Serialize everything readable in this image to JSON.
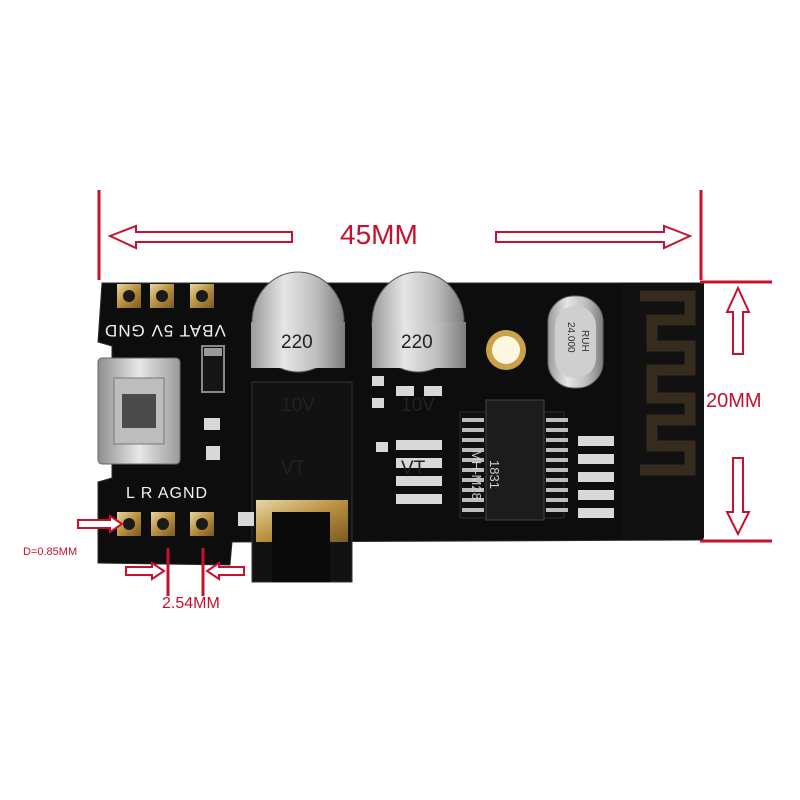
{
  "dimensions": {
    "width": "45MM",
    "height": "20MM",
    "pin_pitch": "2.54MM",
    "hole_diameter": "D=0.85MM"
  },
  "pcb_labels": {
    "top_pins": "VBAT 5V GND",
    "bottom_pins": "L R AGND"
  },
  "capacitors": [
    {
      "line1": "220",
      "line2": "10V",
      "line3": "VT"
    },
    {
      "line1": "220",
      "line2": "10V",
      "line3": "VT"
    }
  ],
  "chip": {
    "line1": "MH-M28",
    "line2": "1831"
  },
  "crystal": {
    "line1": "RUH",
    "line2": "24.000"
  },
  "colors": {
    "annotation": "#c8102e",
    "pcb": "#0d0d0d",
    "antenna": "#c9a24a"
  }
}
